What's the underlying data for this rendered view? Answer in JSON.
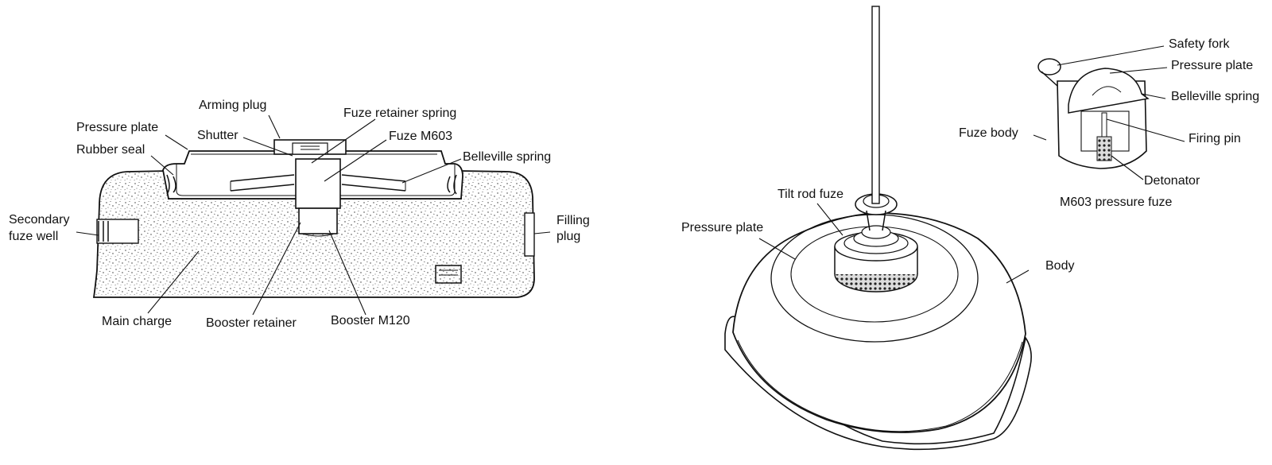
{
  "left_diagram": {
    "labels": {
      "arming_plug": "Arming plug",
      "fuze_retainer_spring": "Fuze retainer spring",
      "pressure_plate": "Pressure plate",
      "shutter": "Shutter",
      "fuze_m603": "Fuze M603",
      "rubber_seal": "Rubber seal",
      "belleville_spring": "Belleville spring",
      "secondary_fuze_well_1": "Secondary",
      "secondary_fuze_well_2": "fuze well",
      "filling_plug_1": "Filling",
      "filling_plug_2": "plug",
      "main_charge": "Main charge",
      "booster_retainer": "Booster retainer",
      "booster_m120": "Booster M120"
    }
  },
  "right_diagram": {
    "labels": {
      "tilt_rod_fuze": "Tilt rod fuze",
      "pressure_plate": "Pressure plate",
      "body": "Body"
    }
  },
  "inset_diagram": {
    "labels": {
      "safety_fork": "Safety fork",
      "pressure_plate": "Pressure plate",
      "belleville_spring": "Belleville spring",
      "fuze_body": "Fuze body",
      "firing_pin": "Firing pin",
      "detonator": "Detonator",
      "caption": "M603 pressure fuze"
    }
  }
}
